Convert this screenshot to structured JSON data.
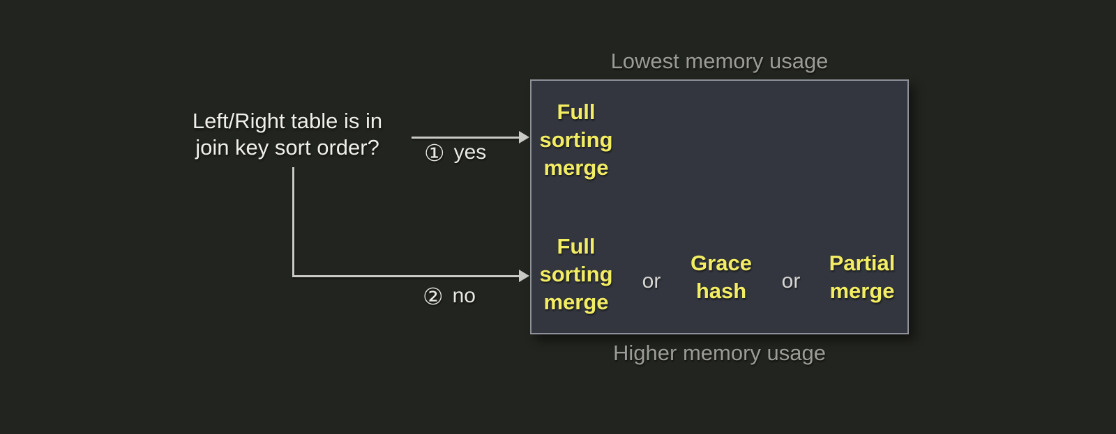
{
  "question": {
    "text": "Left/Right table is in\njoin key sort order?"
  },
  "branches": {
    "yes": {
      "marker": "①",
      "label": "yes"
    },
    "no": {
      "marker": "②",
      "label": "no"
    }
  },
  "memory_scale": {
    "top": "Lowest memory usage",
    "bottom": "Higher memory usage"
  },
  "box": {
    "sorted_branch": {
      "algorithms": [
        "Full\nsorting\nmerge"
      ]
    },
    "unsorted_branch": {
      "algorithms": [
        "Full\nsorting\nmerge",
        "Grace\nhash",
        "Partial\nmerge"
      ],
      "separator": "or"
    }
  },
  "colors": {
    "background": "#22241f",
    "box_fill": "#33363f",
    "box_border": "#8e9197",
    "algorithm_text": "#f3ed63",
    "caption_text": "#9b9c97",
    "question_text": "#eeeeea",
    "connector": "#c9c9c6",
    "or_text": "#d6d6d3"
  }
}
